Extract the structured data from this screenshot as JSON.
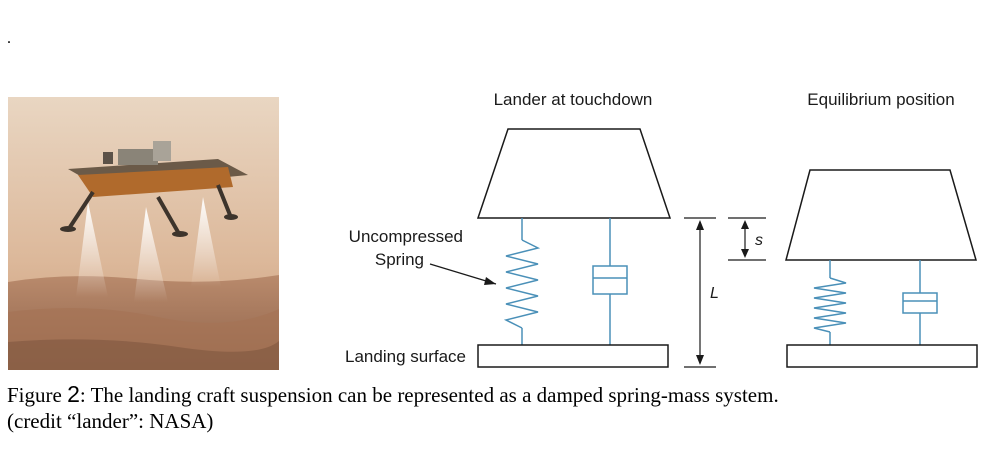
{
  "stray_mark": ".",
  "photo": {
    "icon": "mars-lander-photo"
  },
  "diagram": {
    "left_title": "Lander at touchdown",
    "right_title": "Equilibrium position",
    "spring_label_line1": "Uncompressed",
    "spring_label_line2": "Spring",
    "surface_label": "Landing surface",
    "dim_s": "s",
    "dim_L": "L",
    "spring_color": "#4a90b8",
    "damper_color": "#4a90b8"
  },
  "caption": {
    "prefix": "Figure ",
    "number": "2",
    "line1_rest": ": The landing craft suspension can be represented as a damped spring-mass system.",
    "line2": "(credit “lander”: NASA)"
  }
}
